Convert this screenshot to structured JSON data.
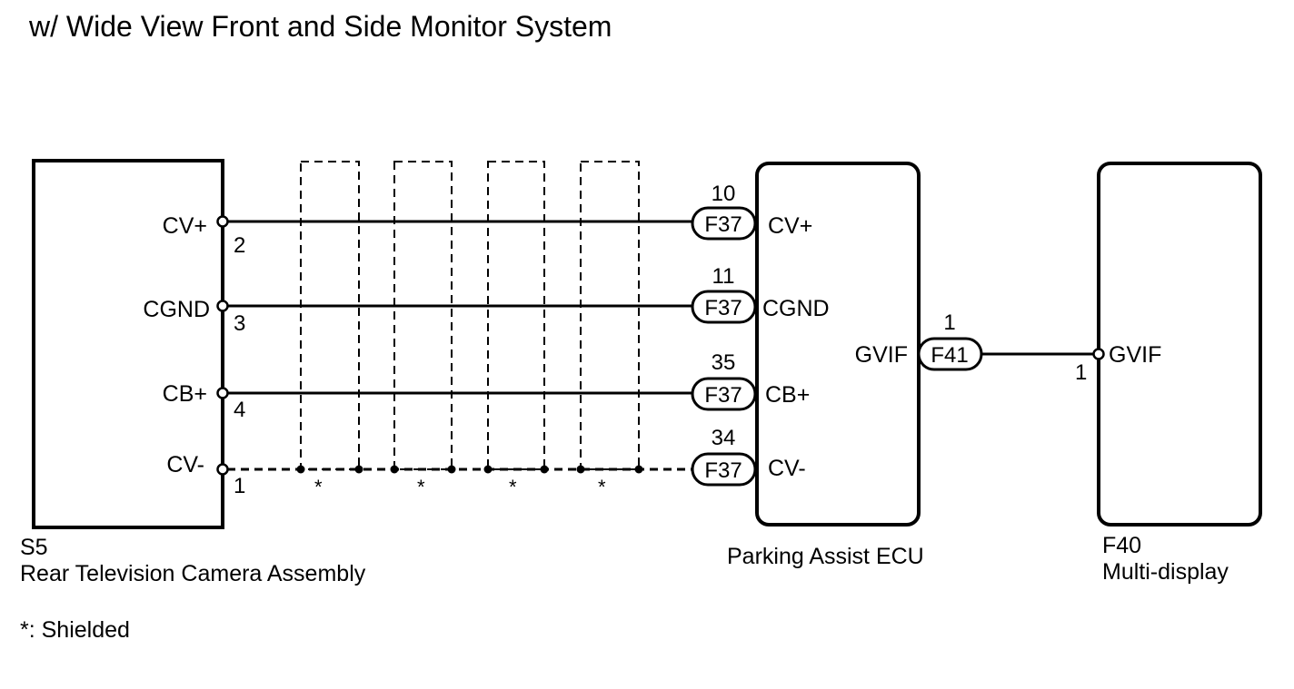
{
  "title": "w/ Wide View Front and Side Monitor System",
  "components": {
    "camera": {
      "code": "S5",
      "name": "Rear Television Camera Assembly"
    },
    "ecu": {
      "name": "Parking Assist ECU"
    },
    "display": {
      "code": "F40",
      "name": "Multi-display"
    }
  },
  "camera_pins": [
    {
      "signal": "CV+",
      "pin": "2"
    },
    {
      "signal": "CGND",
      "pin": "3"
    },
    {
      "signal": "CB+",
      "pin": "4"
    },
    {
      "signal": "CV-",
      "pin": "1"
    }
  ],
  "ecu_pins": [
    {
      "signal": "CV+",
      "connector": "F37",
      "pin": "10"
    },
    {
      "signal": "CGND",
      "connector": "F37",
      "pin": "11"
    },
    {
      "signal": "CB+",
      "connector": "F37",
      "pin": "35"
    },
    {
      "signal": "CV-",
      "connector": "F37",
      "pin": "34"
    }
  ],
  "ecu_output": {
    "signal": "GVIF",
    "connector": "F41",
    "pin": "1"
  },
  "display_input": {
    "signal": "GVIF",
    "pin": "1"
  },
  "shield_marker": "*",
  "legend": "*: Shielded"
}
